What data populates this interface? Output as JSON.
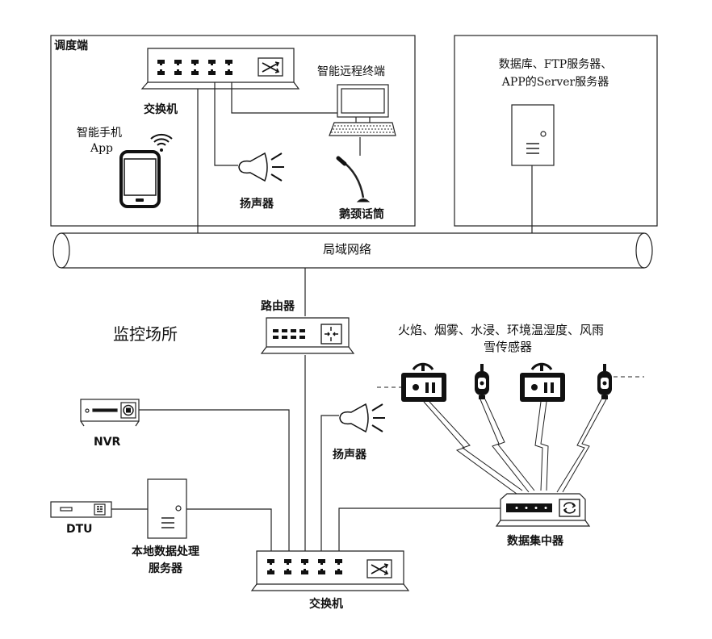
{
  "dispatch_section": {
    "title": "调度端",
    "switch_label": "交换机",
    "smart_terminal_label": "智能远程终端",
    "phone_label_line1": "智能手机",
    "phone_label_line2": "App",
    "speaker_label": "扬声器",
    "mic_label": "鹅颈话筒"
  },
  "server_section": {
    "label_line1": "数据库、FTP服务器、",
    "label_line2": "APP的Server服务器"
  },
  "lan_label": "局域网络",
  "site": {
    "title": "监控场所",
    "router_label": "路由器",
    "sensors_line1": "火焰、烟雾、水浸、环境温湿度、风雨",
    "sensors_line2": "雪传感器",
    "nvr_label": "NVR",
    "speaker_label": "扬声器",
    "dtu_label": "DTU",
    "local_server_line1": "本地数据处理",
    "local_server_line2": "服务器",
    "concentrator_label": "数据集中器",
    "switch_label": "交换机"
  },
  "icons": [
    "switch-icon",
    "router-icon",
    "computer-icon",
    "phone-icon",
    "wifi-icon",
    "speaker-icon",
    "microphone-icon",
    "server-icon",
    "nvr-icon",
    "dtu-icon",
    "sensor-icon",
    "data-concentrator-icon"
  ],
  "colors": {
    "line": "#222222",
    "background": "#ffffff"
  }
}
